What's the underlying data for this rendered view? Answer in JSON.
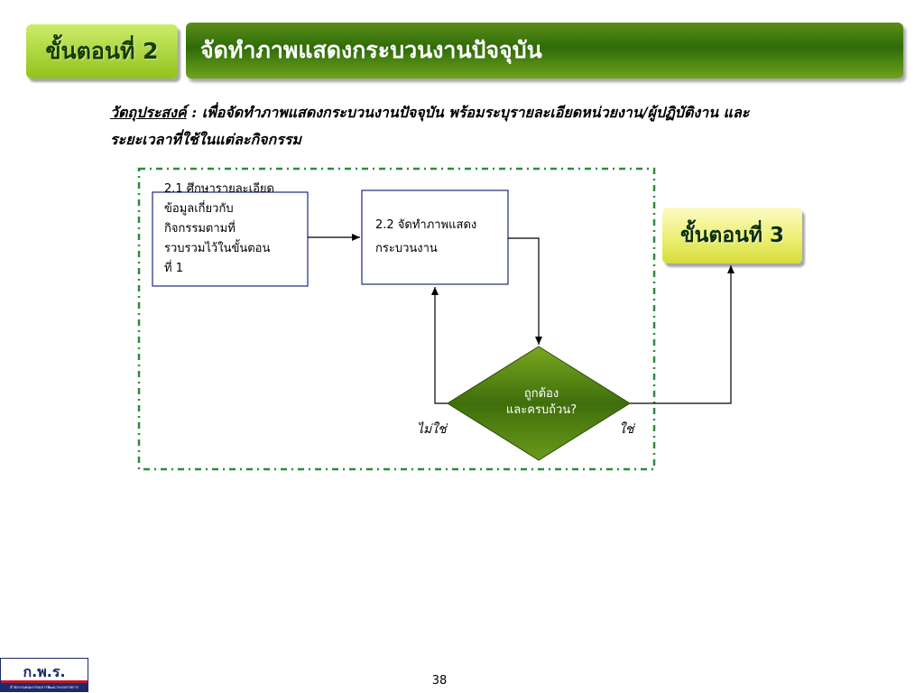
{
  "header": {
    "step_label": "ขั้นตอนที่ 2",
    "title": "จัดทำภาพแสดงกระบวนงานปัจจุบัน"
  },
  "objective": {
    "label": "วัตถุประสงค์",
    "separator": " : ",
    "line1": "เพื่อจัดทำภาพแสดงกระบวนงานปัจจุบัน พร้อมระบุรายละเอียดหน่วยงาน/ผู้ปฏิบัติงาน และ",
    "line2": "ระยะเวลาที่ใช้ในแต่ละกิจกรรม"
  },
  "flow": {
    "box1": [
      "2.1 ศึกษารายละเอียด",
      "ข้อมูลเกี่ยวกับ",
      "กิจกรรมตามที่",
      "รวบรวมไว้ในขั้นตอน",
      "ที่ 1"
    ],
    "box2": [
      "2.2 จัดทำภาพแสดง",
      "กระบวนงาน"
    ],
    "decision": [
      "ถูกต้อง",
      "และครบถ้วน?"
    ],
    "no_label": "ไม่ใช่",
    "yes_label": "ใช่",
    "next_step": "ขั้นตอนที่ 3"
  },
  "colors": {
    "dash_border": "#2e8b3a",
    "box_border": "#1f2a7a",
    "diamond_fill": "#4a7a10",
    "title_green": "#2f6b08"
  },
  "footer": {
    "logo_text": "ก.พ.ร.",
    "logo_subtext": "สำนักงานคณะกรรมการพัฒนาระบบราชการ",
    "page_number": "38"
  }
}
